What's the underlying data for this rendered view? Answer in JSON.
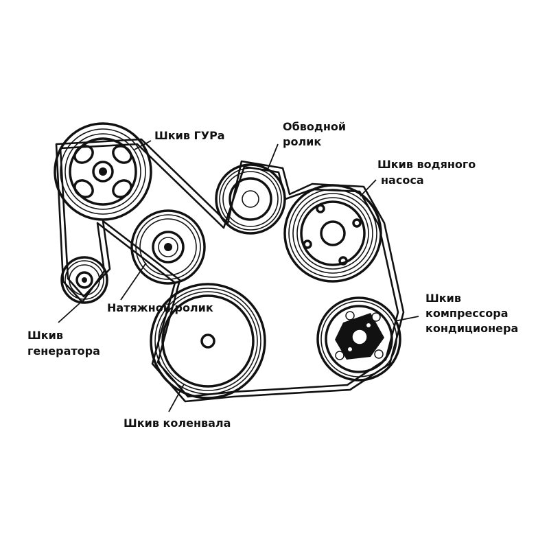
{
  "labels": {
    "power_steering_pulley": "Шкив ГУРа",
    "idler_roller_line1": "Обводной",
    "idler_roller_line2": "ролик",
    "water_pump_line1": "Шкив водяного",
    "water_pump_line2": "насоса",
    "tensioner_roller": "Натяжной ролик",
    "generator_line1": "Шкив",
    "generator_line2": "генератора",
    "ac_compressor_line1": "Шкив",
    "ac_compressor_line2": "компрессора",
    "ac_compressor_line3": "кондиционера",
    "crankshaft_pulley": "Шкив коленвала"
  },
  "colors": {
    "ink": "#111111",
    "background": "#ffffff"
  }
}
